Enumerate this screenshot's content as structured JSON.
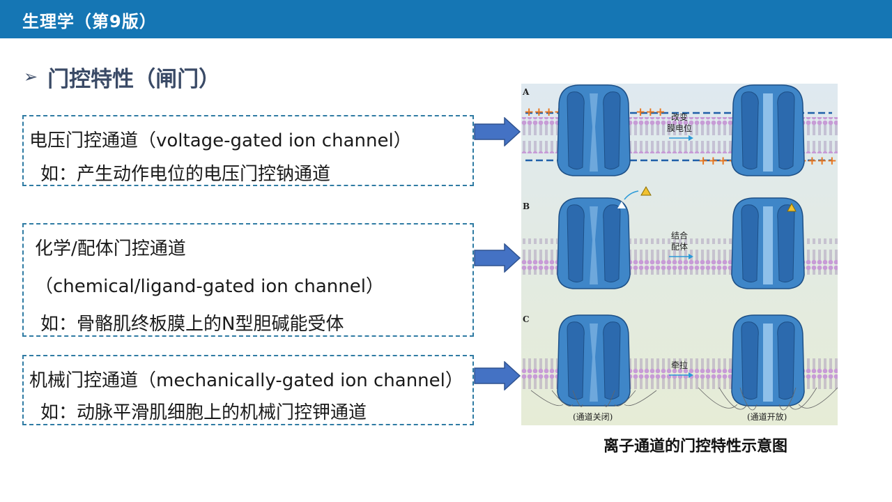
{
  "header": {
    "title": "生理学（第9版）"
  },
  "section": {
    "bullet": "➢",
    "title": "门控特性（闸门）"
  },
  "boxes": [
    {
      "lines": [
        "电压门控通道（voltage-gated ion channel）",
        "如：产生动作电位的电压门控钠通道"
      ]
    },
    {
      "lines": [
        "化学/配体门控通道",
        "（chemical/ligand-gated ion channel）",
        "如：骨骼肌终板膜上的N型胆碱能受体"
      ]
    },
    {
      "lines": [
        "机械门控通道（mechanically-gated ion channel）",
        "如：动脉平滑肌细胞上的机械门控钾通道"
      ]
    }
  ],
  "figure": {
    "panel_a": {
      "label": "A",
      "stimulus_line1": "改变",
      "stimulus_line2": "膜电位",
      "plus_left": "+++++",
      "plus_right_top": "+++",
      "plus_bottom": "+++++",
      "plus_bottom_right": "++++"
    },
    "panel_b": {
      "label": "B",
      "stimulus_line1": "结合",
      "stimulus_line2": "配体"
    },
    "panel_c": {
      "label": "C",
      "stimulus_line1": "牵拉"
    },
    "state_closed": "(通道关闭)",
    "state_open": "(通道开放)"
  },
  "caption": "离子通道的门控特性示意图",
  "colors": {
    "bar": "#1576b4",
    "box_border": "#2f7ba3",
    "arrow": "#4472c4",
    "channel": "#3f86c8",
    "lipid_head": "#c79bd6"
  }
}
